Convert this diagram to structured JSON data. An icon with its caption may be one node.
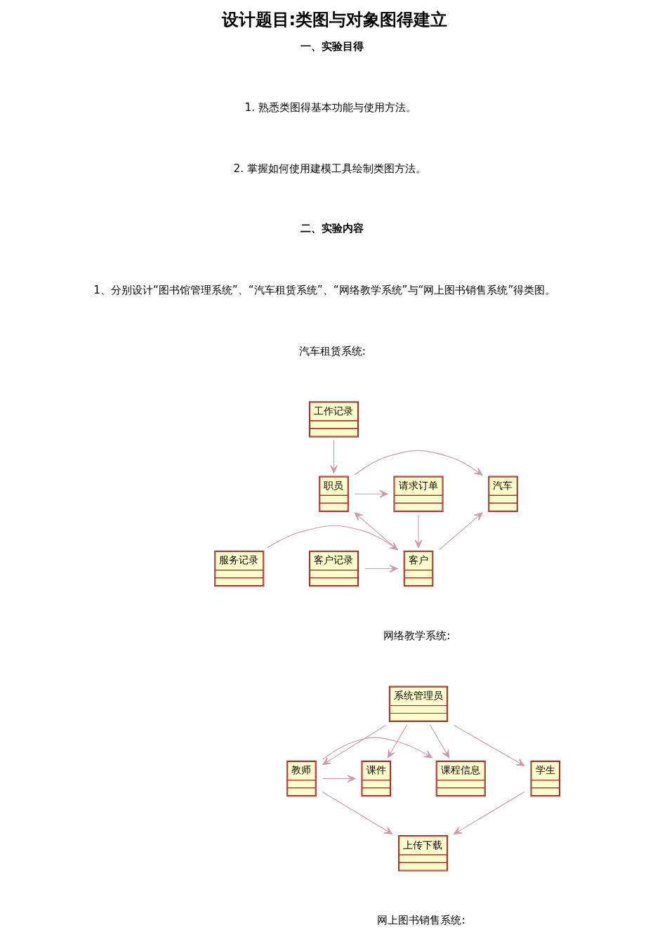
{
  "diagram": {
    "title": "设计题目:类图与对象图得建立",
    "nodes": [
      {
        "text": [
          "工作记录"
        ]
      },
      {
        "text": [
          "汽车"
        ]
      },
      {
        "text": [
          "职员"
        ]
      },
      {
        "text": [
          "请求订单"
        ]
      },
      {
        "text": [
          "服务记录"
        ]
      },
      {
        "text": [
          "客户"
        ]
      },
      {
        "text": [
          "客户记录"
        ]
      },
      {
        "text": [
          "系统管理员"
        ]
      },
      {
        "text": [
          "课程信息"
        ]
      },
      {
        "text": [
          "教师"
        ]
      },
      {
        "text": [
          "课件"
        ]
      },
      {
        "text": [
          "学生"
        ]
      },
      {
        "text": [
          "上传下载"
        ]
      }
    ],
    "edges": [
      {
        "from": 0,
        "to": 2,
        "arrow": "to"
      },
      {
        "from": 2,
        "to": 1,
        "arrow": "to"
      },
      {
        "from": 2,
        "to": 3,
        "arrow": "to"
      },
      {
        "from": 5,
        "to": 1,
        "arrow": "to"
      },
      {
        "from": 5,
        "to": 2,
        "arrow": "to"
      },
      {
        "from": 3,
        "to": 5,
        "arrow": "to"
      },
      {
        "from": 4,
        "to": 5,
        "arrow": "to"
      },
      {
        "from": 6,
        "to": 5,
        "arrow": "to"
      },
      {
        "from": 7,
        "to": 8,
        "arrow": "to"
      },
      {
        "from": 7,
        "to": 9,
        "arrow": "to"
      },
      {
        "from": 7,
        "to": 10,
        "arrow": "to"
      },
      {
        "from": 7,
        "to": 11,
        "arrow": "to"
      },
      {
        "from": 9,
        "to": 8,
        "arrow": "to"
      },
      {
        "from": 9,
        "to": 10,
        "arrow": "to"
      },
      {
        "from": 9,
        "to": 12,
        "arrow": "to"
      },
      {
        "from": 11,
        "to": 12,
        "arrow": "to"
      }
    ],
    "labels": [
      "一、实验目得",
      "1. 熟悉类图得基本功能与使用方法。",
      "2. 掌握如何使用建模工具绘制类图方法。",
      "二、实验内容",
      "1、分别设计“图书馆管理系统”、“汽车租赁系统”、“网络教学系统”与“网上图书销售系统”得类图。",
      "汽车租赁系统:",
      "网络教学系统:",
      "网上图书销售系统:"
    ]
  }
}
